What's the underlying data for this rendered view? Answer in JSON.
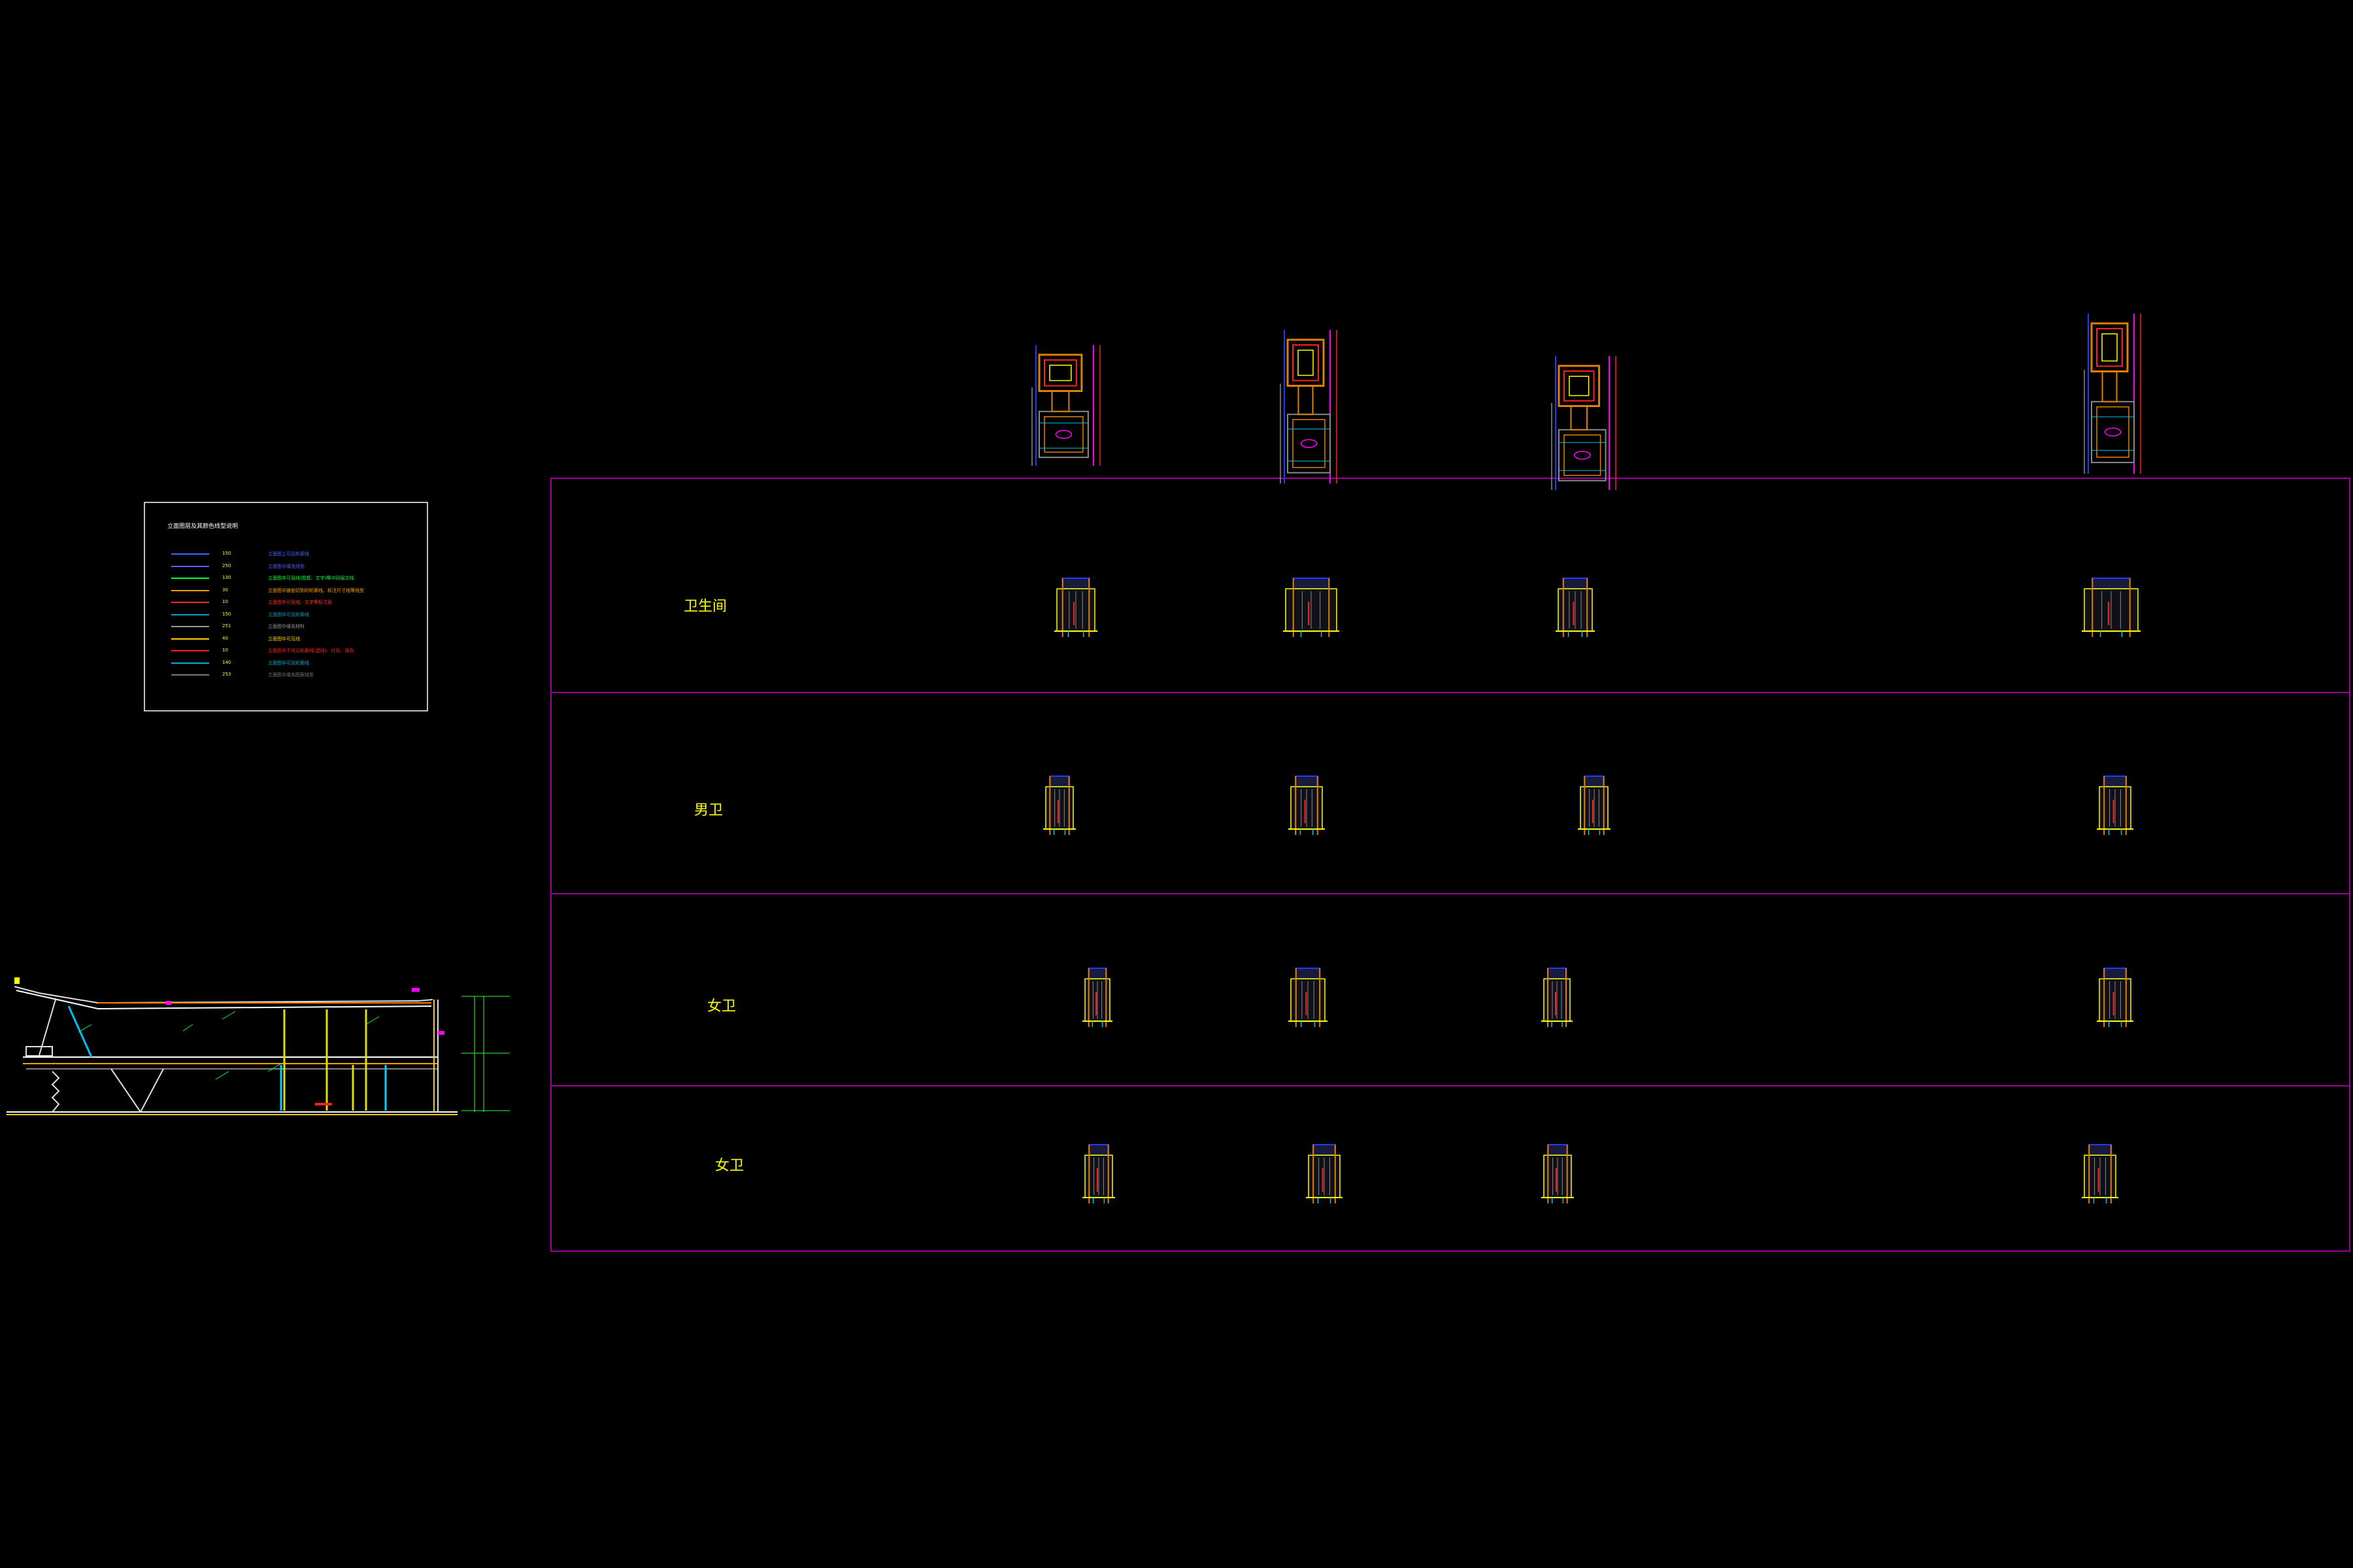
{
  "rows": [
    {
      "label": "卫生间"
    },
    {
      "label": "男卫"
    },
    {
      "label": "女卫"
    },
    {
      "label": "女卫"
    }
  ],
  "legend": {
    "title": "立面图层及其颜色线型说明",
    "items": [
      {
        "code": "150",
        "text": "立面图上可见轮廓线",
        "color": "#3b6cff"
      },
      {
        "code": "250",
        "text": "立面图中填充线型",
        "color": "#5b5bff"
      },
      {
        "code": "130",
        "text": "立面图中可见线(图框、文字)等中间层次线",
        "color": "#00ff40"
      },
      {
        "code": "30",
        "text": "立面图中被剖切到的轮廓线、标注尺寸线等线型",
        "color": "#ffa000"
      },
      {
        "code": "10",
        "text": "立面图中可见线、文字等标注层",
        "color": "#ff3030"
      },
      {
        "code": "150",
        "text": "立面图中可见轮廓线",
        "color": "#00a0c0"
      },
      {
        "code": "251",
        "text": "立面图中填充材料",
        "color": "#9a9a9a"
      },
      {
        "code": "40",
        "text": "立面图中可见线",
        "color": "#ffd000"
      },
      {
        "code": "10",
        "text": "立面图中不可见轮廓线(虚线)、红色、填色",
        "color": "#ff2020"
      },
      {
        "code": "140",
        "text": "立面图中可见轮廓线",
        "color": "#00b0d0"
      },
      {
        "code": "253",
        "text": "立面图中填充图案线型",
        "color": "#777777"
      }
    ]
  },
  "colors": {
    "background": "#000000",
    "frame": "#a0009a",
    "label": "#ffff00",
    "legend_border": "#ffffff",
    "orange": "#e08000",
    "blue": "#1e3cff",
    "cyan": "#00c8e0",
    "yellow": "#ffff00",
    "red": "#ff2020",
    "magenta": "#ff00ff",
    "gray": "#8a8a8a",
    "green": "#30ff30"
  }
}
